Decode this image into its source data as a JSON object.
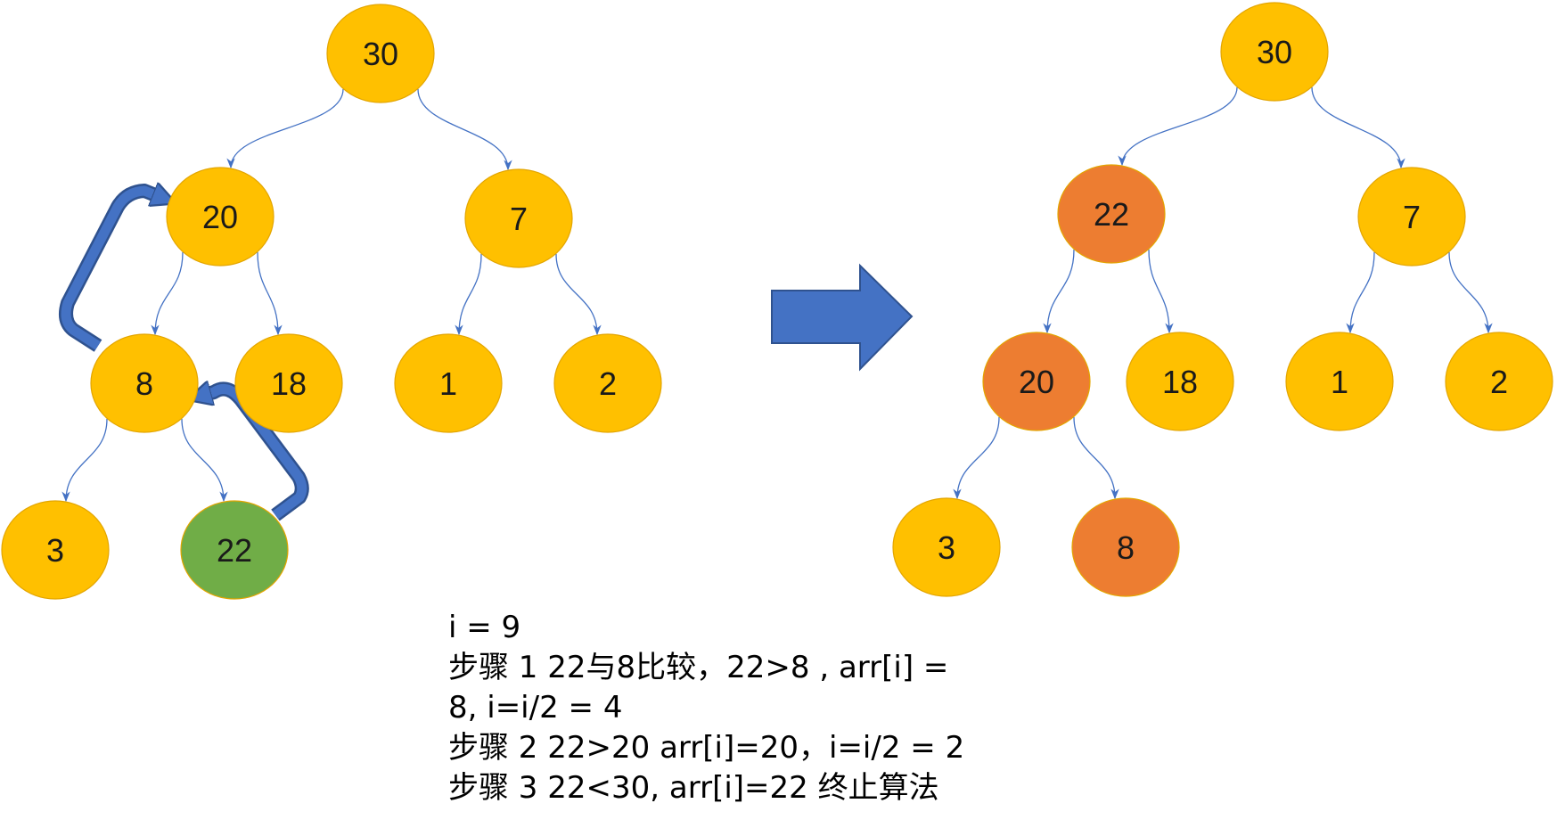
{
  "colors": {
    "node_default": "#ffc000",
    "node_inserted": "#70ad47",
    "node_swapped": "#ed7d31",
    "edge": "#4472c4",
    "transition_arrow": "#4472c4",
    "transition_arrow_border": "#2f528f"
  },
  "before_tree": {
    "nodes": [
      {
        "id": "b1",
        "label": "30",
        "state": "default"
      },
      {
        "id": "b2",
        "label": "20",
        "state": "default"
      },
      {
        "id": "b3",
        "label": "7",
        "state": "default"
      },
      {
        "id": "b4",
        "label": "8",
        "state": "default"
      },
      {
        "id": "b5",
        "label": "18",
        "state": "default"
      },
      {
        "id": "b6",
        "label": "1",
        "state": "default"
      },
      {
        "id": "b7",
        "label": "2",
        "state": "default"
      },
      {
        "id": "b8",
        "label": "3",
        "state": "default"
      },
      {
        "id": "b9",
        "label": "22",
        "state": "inserted"
      }
    ],
    "edges": [
      [
        "b1",
        "b2"
      ],
      [
        "b1",
        "b3"
      ],
      [
        "b2",
        "b4"
      ],
      [
        "b2",
        "b5"
      ],
      [
        "b3",
        "b6"
      ],
      [
        "b3",
        "b7"
      ],
      [
        "b4",
        "b8"
      ],
      [
        "b4",
        "b9"
      ]
    ],
    "swap_arrows": [
      {
        "from": "b9",
        "to": "b4"
      },
      {
        "from": "b4",
        "to": "b2"
      }
    ]
  },
  "after_tree": {
    "nodes": [
      {
        "id": "a1",
        "label": "30",
        "state": "default"
      },
      {
        "id": "a2",
        "label": "22",
        "state": "swapped"
      },
      {
        "id": "a3",
        "label": "7",
        "state": "default"
      },
      {
        "id": "a4",
        "label": "20",
        "state": "swapped"
      },
      {
        "id": "a5",
        "label": "18",
        "state": "default"
      },
      {
        "id": "a6",
        "label": "1",
        "state": "default"
      },
      {
        "id": "a7",
        "label": "2",
        "state": "default"
      },
      {
        "id": "a8",
        "label": "3",
        "state": "default"
      },
      {
        "id": "a9",
        "label": "8",
        "state": "swapped"
      }
    ],
    "edges": [
      [
        "a1",
        "a2"
      ],
      [
        "a1",
        "a3"
      ],
      [
        "a2",
        "a4"
      ],
      [
        "a2",
        "a5"
      ],
      [
        "a3",
        "a6"
      ],
      [
        "a3",
        "a7"
      ],
      [
        "a4",
        "a8"
      ],
      [
        "a4",
        "a9"
      ]
    ]
  },
  "notes": {
    "line1": "i = 9",
    "line2": "步骤 1 22与8比较，22>8 , arr[i] =",
    "line3": "8, i=i/2 = 4",
    "line4": "步骤 2 22>20 arr[i]=20，i=i/2 = 2",
    "line5": "步骤 3 22<30, arr[i]=22 终止算法"
  }
}
